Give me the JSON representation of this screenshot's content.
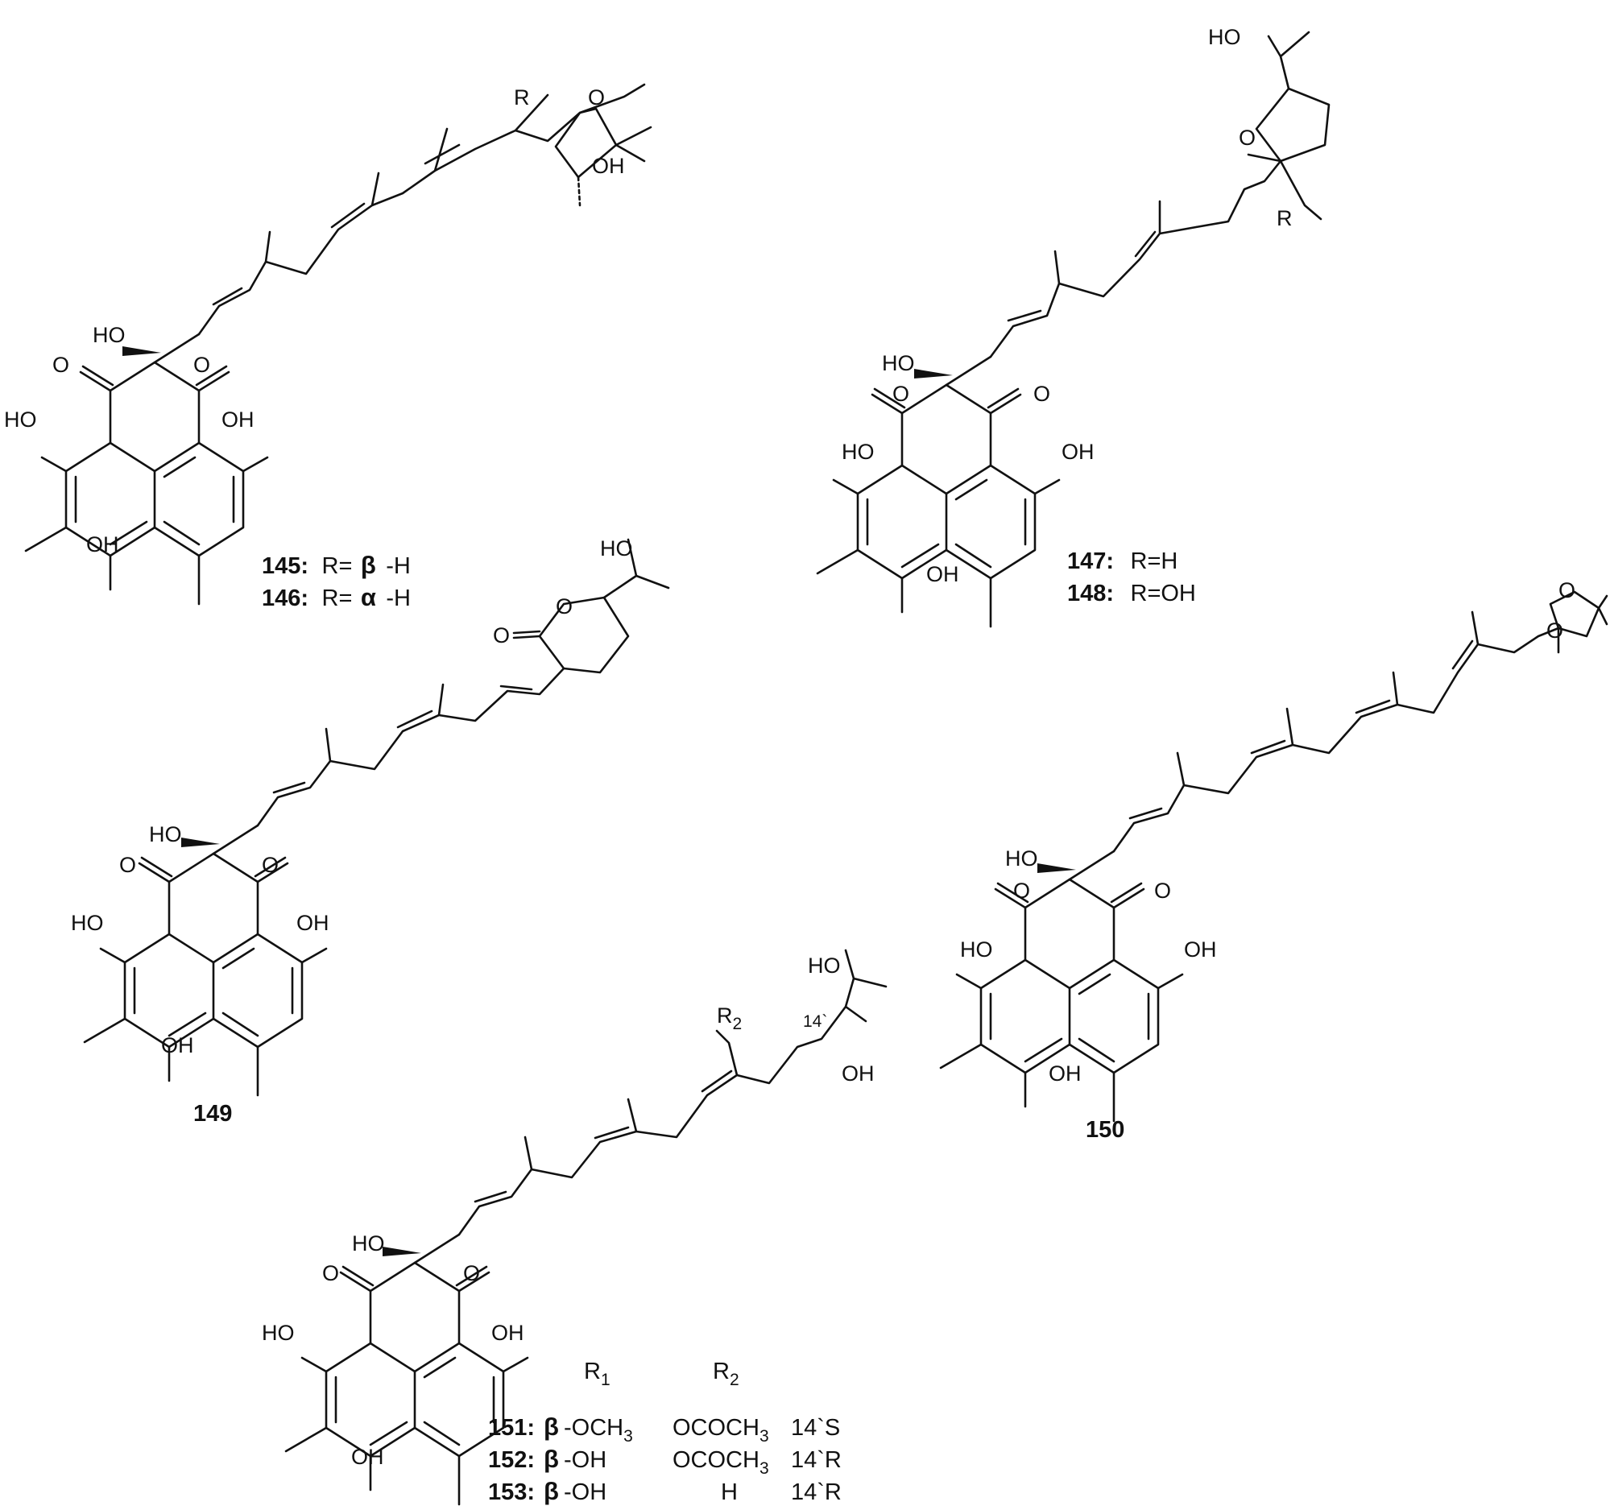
{
  "atoms": {
    "HO": "HO",
    "OH": "OH",
    "O": "O",
    "R": "R",
    "R1": "R",
    "R2": "R",
    "sub1": "1",
    "sub2": "2",
    "locant": "14`"
  },
  "compounds": {
    "c145": {
      "num": "145:",
      "r_pre": "R=",
      "greek": "β",
      "r_post": "-H"
    },
    "c146": {
      "num": "146:",
      "r_pre": "R=",
      "greek": "α",
      "r_post": "-H"
    },
    "c147": {
      "num": "147:",
      "r": "R=H"
    },
    "c148": {
      "num": "148:",
      "r": "R=OH"
    },
    "c149": {
      "num": "149"
    },
    "c150": {
      "num": "150"
    },
    "table": {
      "rows": [
        {
          "num": "151:",
          "greek": "β",
          "r1": "-OCH",
          "r1_sub": "3",
          "r2": "OCOCH",
          "r2_sub": "3",
          "config": "14`S"
        },
        {
          "num": "152:",
          "greek": "β",
          "r1": "-OH",
          "r2": "OCOCH",
          "r2_sub": "3",
          "config": "14`R"
        },
        {
          "num": "153:",
          "greek": "β",
          "r1": "-OH",
          "r2": "H",
          "config": "14`R"
        }
      ]
    }
  }
}
